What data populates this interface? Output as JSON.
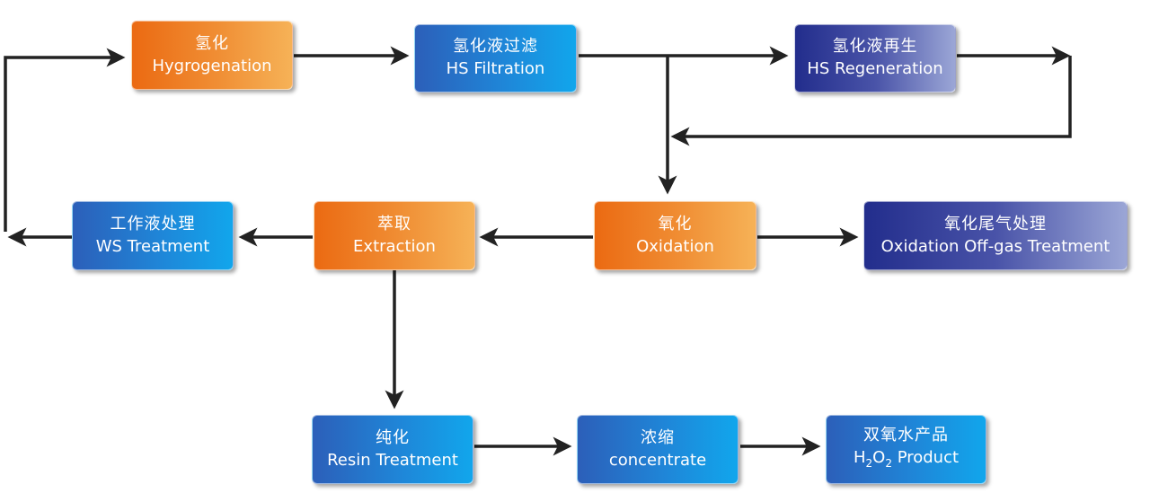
{
  "steps": {
    "hydrogenation": {
      "zh": "氢化",
      "en": "Hygrogenation"
    },
    "hs_filtration": {
      "zh": "氢化液过滤",
      "en": "HS Filtration"
    },
    "hs_regeneration": {
      "zh": "氢化液再生",
      "en": "HS Regeneration"
    },
    "ws_treatment": {
      "zh": "工作液处理",
      "en": "WS Treatment"
    },
    "extraction": {
      "zh": "萃取",
      "en": "Extraction"
    },
    "oxidation": {
      "zh": "氧化",
      "en": "Oxidation"
    },
    "offgas_treatment": {
      "zh": "氧化尾气处理",
      "en": "Oxidation Off-gas Treatment"
    },
    "resin_treatment": {
      "zh": "纯化",
      "en": "Resin Treatment"
    },
    "concentrate": {
      "zh": "浓缩",
      "en": "concentrate"
    },
    "product": {
      "zh": "双氧水产品",
      "h": "H",
      "sub2a": "2",
      "o": "O",
      "sub2b": "2",
      "word": "Product"
    }
  },
  "colors": {
    "arrow": "#222222",
    "orange": "#eb6a12",
    "blue": "#1f86d8",
    "navy": "#222d8c"
  }
}
